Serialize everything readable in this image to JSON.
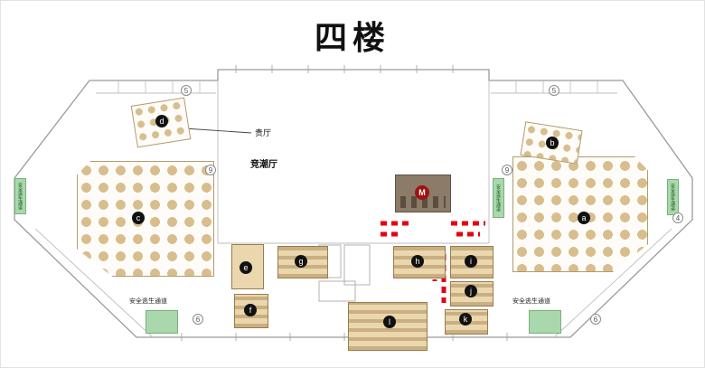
{
  "title": "四楼",
  "labels": {
    "vip_hall": "贵厅",
    "jingchao_hall": "竞潮厅",
    "escape_route": "安全逃生通道"
  },
  "room_markers": {
    "a": "a",
    "b": "b",
    "c": "c",
    "d": "d",
    "e": "e",
    "f": "f",
    "g": "g",
    "h": "h",
    "i": "i",
    "j": "j",
    "k": "k",
    "l": "l"
  },
  "stage_marker": "M",
  "axis_markers": {
    "top_left": "5",
    "mid_left": "9",
    "mid_right": "9",
    "top_right": "5",
    "right_edge": "4",
    "bottom_left": "6",
    "bottom_right": "6"
  }
}
